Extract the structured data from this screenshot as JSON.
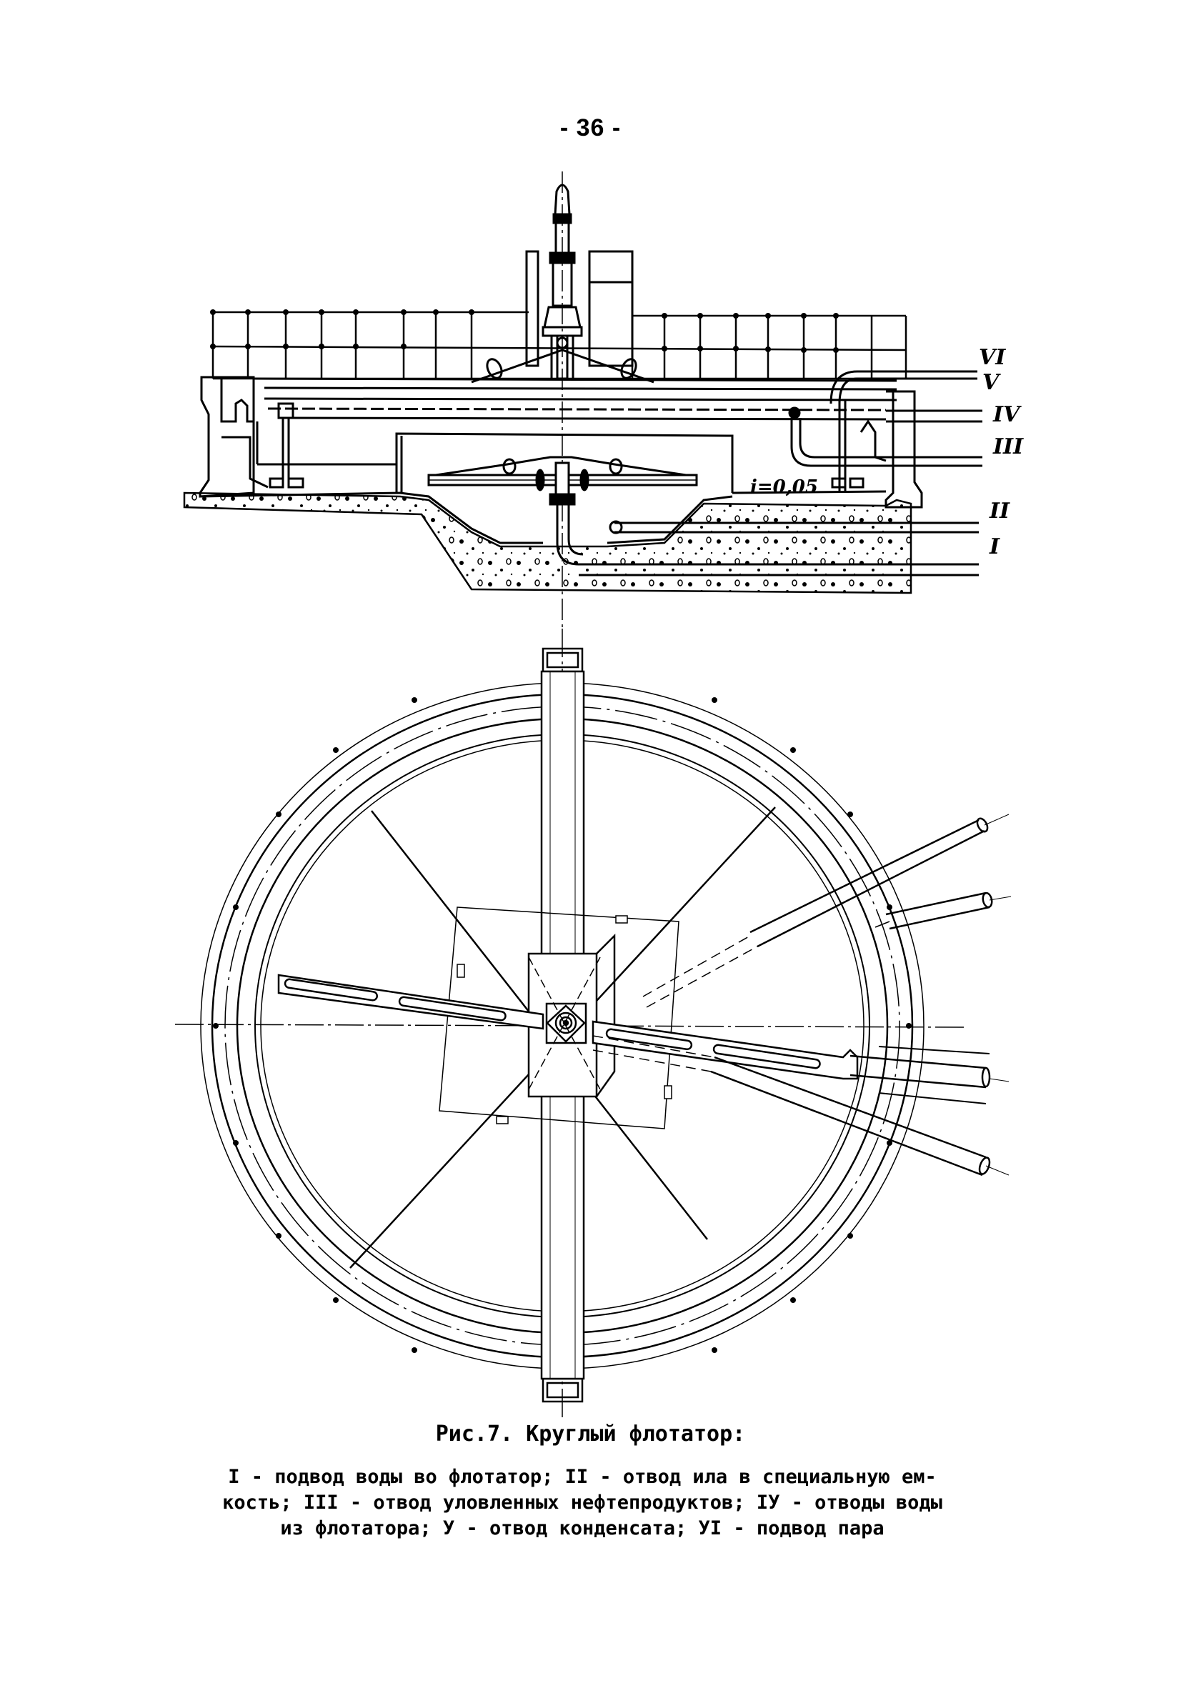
{
  "page": {
    "number": "- 36 -"
  },
  "figure": {
    "section_view": {
      "slope_label": "i=0,05",
      "pipe_labels": [
        "VI",
        "V",
        "IV",
        "III",
        "II",
        "I"
      ]
    },
    "plan_view": {
      "description": "Round flotation tank, plan view"
    }
  },
  "caption": {
    "title": "Рис.7. Круглый флотатор:",
    "lines": [
      "I - подвод воды во флотатор; II - отвод ила в специальную ем-",
      "кость; III - отвод уловленных нефтепродуктов; IУ - отводы воды",
      "из флотатора; У - отвод конденсата; УI - подвод пара"
    ]
  },
  "colors": {
    "ink": "#000000",
    "paper": "#ffffff"
  }
}
